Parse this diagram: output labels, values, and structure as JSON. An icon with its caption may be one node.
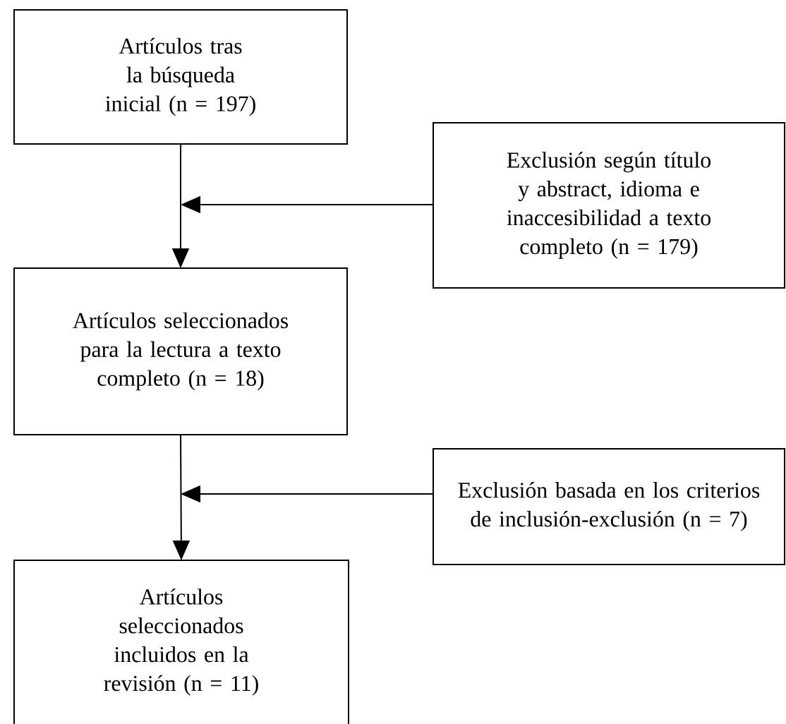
{
  "diagram": {
    "nodes": [
      {
        "text": [
          "Artículos tras la búsqueda inicial (n = 197)"
        ]
      },
      {
        "text": [
          "Exclusión según título y abstract, idioma e inaccesibilidad a texto completo (n = 179)"
        ]
      },
      {
        "text": [
          "Artículos seleccionados para la lectura a texto completo (n = 18)"
        ]
      },
      {
        "text": [
          "Exclusión basada en los criterios de inclusión-exclusión (n = 7)"
        ]
      },
      {
        "text": [
          "Artículos seleccionados incluidos en la revisión (n = 11)"
        ]
      }
    ],
    "edges": [
      {
        "from": 0,
        "to": 2,
        "arrow": "to"
      },
      {
        "from": 1,
        "to": null,
        "arrow": "to"
      },
      {
        "from": 2,
        "to": 4,
        "arrow": "to"
      },
      {
        "from": 3,
        "to": null,
        "arrow": "to"
      }
    ]
  }
}
